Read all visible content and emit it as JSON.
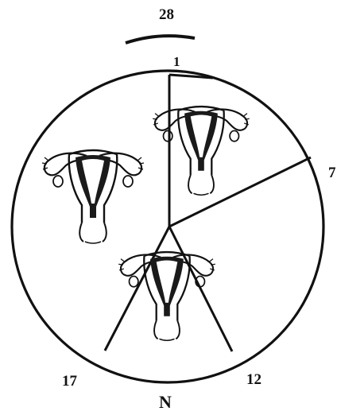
{
  "labels": {
    "day_28": "28",
    "day_1": "1",
    "day_7": "7",
    "day_17": "17",
    "day_12": "12",
    "bottom_letter": "N"
  },
  "colors": {
    "ink": "#111111",
    "background": "#ffffff"
  },
  "icons": [
    "uterus-icon"
  ]
}
